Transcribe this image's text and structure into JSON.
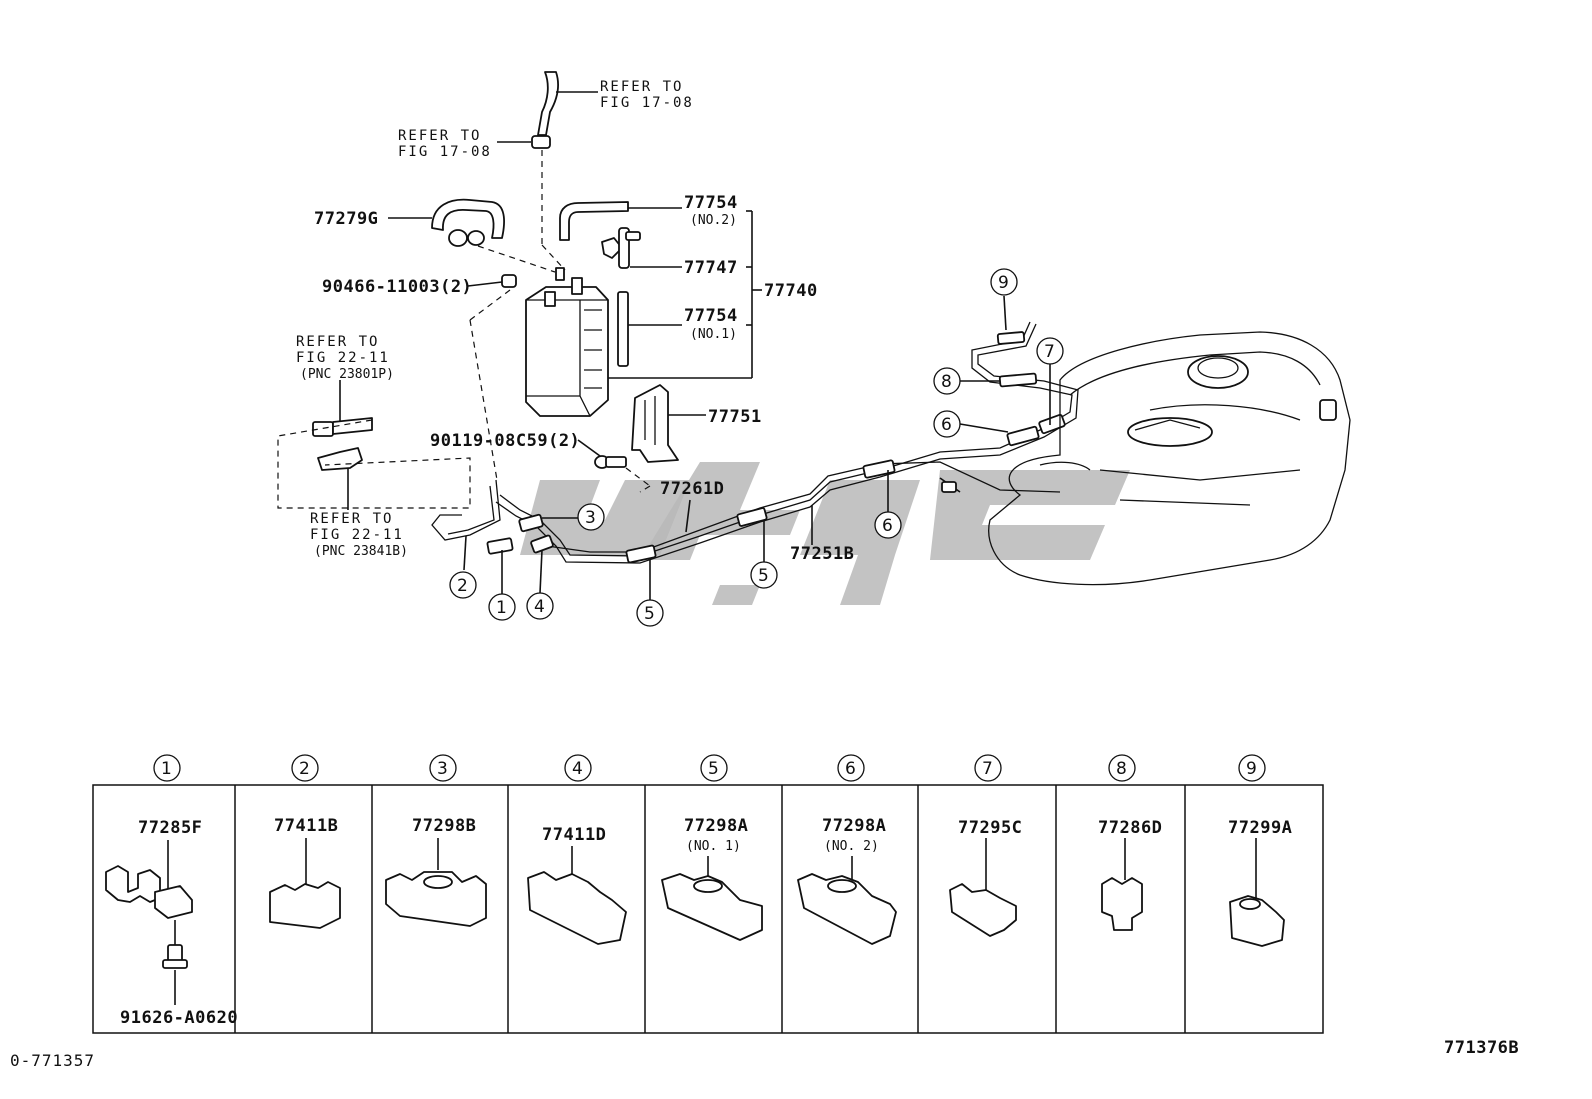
{
  "refs": {
    "r1": [
      "REFER TO",
      "FIG 17-08"
    ],
    "r2": [
      "REFER TO",
      "FIG 17-08"
    ],
    "r3": [
      "REFER TO",
      "FIG 22-11",
      "(PNC 23801P)"
    ],
    "r4": [
      "REFER TO",
      "FIG 22-11",
      "(PNC 23841B)"
    ]
  },
  "parts": {
    "p77279G": "77279G",
    "p90466": "90466-11003(2)",
    "p77754a": "77754",
    "p77754a_sub": "(NO.2)",
    "p77747": "77747",
    "p77754b": "77754",
    "p77754b_sub": "(NO.1)",
    "p77740": "77740",
    "p77751": "77751",
    "p90119": "90119-08C59(2)",
    "p77261D": "77261D",
    "p77251B": "77251B"
  },
  "callouts": [
    "1",
    "2",
    "3",
    "4",
    "5",
    "5",
    "6",
    "6",
    "7",
    "8",
    "9"
  ],
  "table": [
    {
      "idx": "1",
      "part": "77285F",
      "sub": "",
      "extra": "91626-A0620"
    },
    {
      "idx": "2",
      "part": "77411B",
      "sub": ""
    },
    {
      "idx": "3",
      "part": "77298B",
      "sub": ""
    },
    {
      "idx": "4",
      "part": "77411D",
      "sub": ""
    },
    {
      "idx": "5",
      "part": "77298A",
      "sub": "(NO. 1)"
    },
    {
      "idx": "6",
      "part": "77298A",
      "sub": "(NO. 2)"
    },
    {
      "idx": "7",
      "part": "77295C",
      "sub": ""
    },
    {
      "idx": "8",
      "part": "77286D",
      "sub": ""
    },
    {
      "idx": "9",
      "part": "77299A",
      "sub": ""
    }
  ],
  "footer": {
    "left_code": "0-771357",
    "right_code": "771376B"
  },
  "colors": {
    "line": "#111111",
    "watermark": "#b9b9b9",
    "background": "#ffffff"
  }
}
